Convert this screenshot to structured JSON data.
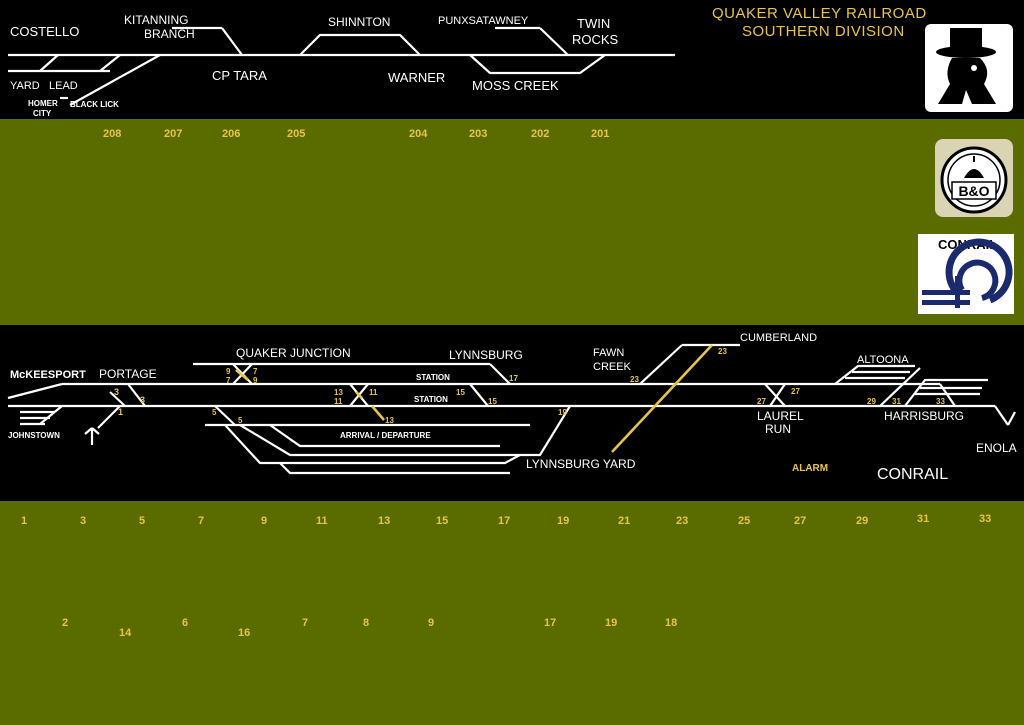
{
  "header": {
    "title_line1": "QUAKER VALLEY RAILROAD",
    "title_line2": "SOUTHERN DIVISION"
  },
  "logos": {
    "bo_text": "B&O",
    "conrail_text": "CONRAIL"
  },
  "top_diagram": {
    "labels": {
      "costello": "COSTELLO",
      "kitanning_1": "KITANNING",
      "kitanning_2": "BRANCH",
      "shinnton": "SHINNTON",
      "punxsatawney": "PUNXSATAWNEY",
      "twin_1": "TWIN",
      "twin_2": "ROCKS",
      "yard": "YARD",
      "lead": "LEAD",
      "homer_1": "HOMER",
      "homer_2": "CITY",
      "black_lick": "BLACK LICK",
      "cp_tara": "CP TARA",
      "warner": "WARNER",
      "moss_creek": "MOSS CREEK"
    },
    "switch_numbers": [
      "208",
      "207",
      "206",
      "205",
      "204",
      "203",
      "202",
      "201"
    ]
  },
  "bottom_diagram": {
    "labels": {
      "mckeesport": "McKEESPORT",
      "portage": "PORTAGE",
      "johnstown": "JOHNSTOWN",
      "quaker_junction": "QUAKER JUNCTION",
      "lynnsburg": "LYNNSBURG",
      "station_1": "STATION",
      "station_2": "STATION",
      "arrival_departure": "ARRIVAL / DEPARTURE",
      "lynnsburg_yard": "LYNNSBURG YARD",
      "fawn_1": "FAWN",
      "fawn_2": "CREEK",
      "cumberland": "CUMBERLAND",
      "altoona": "ALTOONA",
      "laurel_1": "LAUREL",
      "laurel_2": "RUN",
      "harrisburg": "HARRISBURG",
      "enola": "ENOLA",
      "alarm": "ALARM",
      "conrail": "CONRAIL"
    },
    "track_numbers": {
      "n3a": "3",
      "n1": "1",
      "n3b": "3",
      "n9a": "9",
      "n7a": "7",
      "n7b": "7",
      "n9b": "9",
      "n5a": "5",
      "n5b": "5",
      "n13a": "13",
      "n11a": "11",
      "n11b": "11",
      "n13b": "13",
      "n15a": "15",
      "n15b": "15",
      "n17": "17",
      "n19": "19",
      "n23a": "23",
      "n23b": "23",
      "n27a": "27",
      "n27b": "27",
      "n29": "29",
      "n31": "31",
      "n33": "33"
    },
    "switch_row1": [
      "1",
      "3",
      "5",
      "7",
      "9",
      "11",
      "13",
      "15",
      "17",
      "19",
      "21",
      "23",
      "25",
      "27",
      "29",
      "31",
      "33"
    ],
    "switch_row2": [
      "2",
      "14",
      "6",
      "16",
      "7",
      "8",
      "9",
      "17",
      "19",
      "18"
    ]
  }
}
